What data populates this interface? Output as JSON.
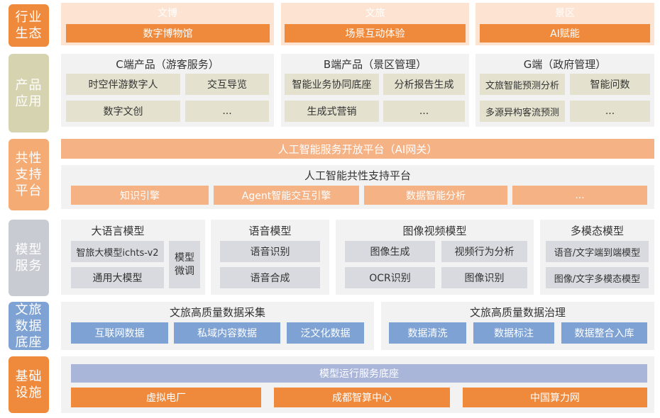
{
  "labels": {
    "industry": "行业\n生态",
    "product": "产品\n应用",
    "common": "共性\n支持\n平台",
    "model": "模型\n服务",
    "data": "文旅\n数据\n底座",
    "infra": "基础\n设施"
  },
  "industry": {
    "cols": [
      {
        "title": "文博",
        "item": "数字博物馆"
      },
      {
        "title": "文旅",
        "item": "场景互动体验"
      },
      {
        "title": "景区",
        "item": "AI赋能"
      }
    ]
  },
  "product": {
    "c": {
      "title": "C端产品（游客服务）",
      "items": [
        "时空伴游数字人",
        "交互导览",
        "数字文创",
        "..."
      ]
    },
    "b": {
      "title": "B端产品（景区管理）",
      "items": [
        "智能业务协同底座",
        "分析报告生成",
        "生成式营销",
        "..."
      ]
    },
    "g": {
      "title": "G端（政府管理）",
      "items": [
        "文旅智能预测分析",
        "智能问数",
        "多源异构客流预测",
        "..."
      ]
    }
  },
  "common": {
    "gateway": "人工智能服务开放平台（AI网关）",
    "platform_title": "人工智能共性支持平台",
    "items": [
      "知识引擎",
      "Agent智能交互引擎",
      "数据智能分析",
      "..."
    ]
  },
  "model": {
    "llm": {
      "title": "大语言模型",
      "items": [
        "智旅大模型ichts-v2",
        "通用大模型"
      ],
      "finetune": "模型\n微调"
    },
    "speech": {
      "title": "语音模型",
      "items": [
        "语音识别",
        "语音合成"
      ]
    },
    "vision": {
      "title": "图像视频模型",
      "items": [
        "图像生成",
        "视频行为分析",
        "OCR识别",
        "图像识别"
      ]
    },
    "multi": {
      "title": "多模态模型",
      "items": [
        "语音/文字端到端模型",
        "图像/文字多模态模型"
      ]
    }
  },
  "data": {
    "collect": {
      "title": "文旅高质量数据采集",
      "items": [
        "互联网数据",
        "私域内容数据",
        "泛文化数据"
      ]
    },
    "govern": {
      "title": "文旅高质量数据治理",
      "items": [
        "数据清洗",
        "数据标注",
        "数据整合入库"
      ]
    }
  },
  "infra": {
    "base": "模型运行服务底座",
    "items": [
      "虚拟电厂",
      "成都智算中心",
      "中国算力网"
    ]
  }
}
